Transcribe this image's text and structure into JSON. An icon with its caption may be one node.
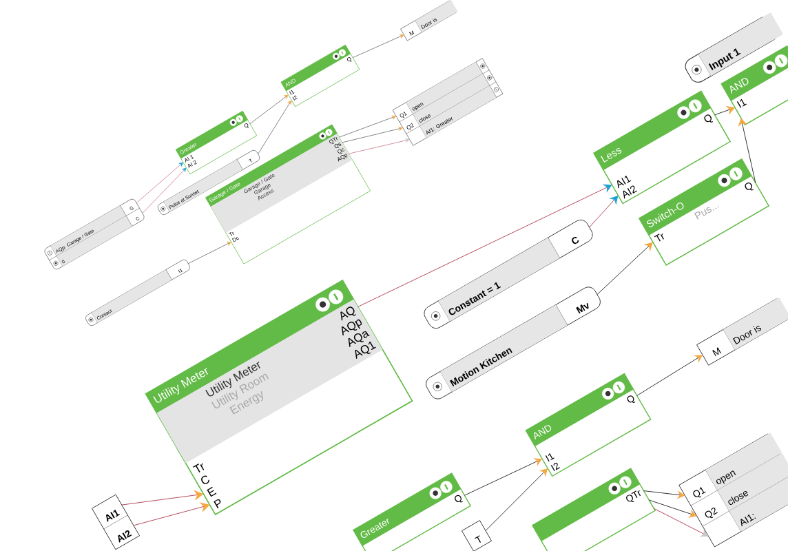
{
  "diagram": {
    "nodes": [
      {
        "text": [
          "Greater",
          "AI 1",
          "AI 2",
          "Q"
        ]
      },
      {
        "text": [
          "Pulse at Sunset",
          "T"
        ]
      },
      {
        "text": [
          "AND",
          "I1",
          "I2",
          "Q"
        ]
      },
      {
        "text": [
          "M",
          "Door is"
        ]
      },
      {
        "text": [
          "AQp: Garage / Gate",
          "G",
          "0",
          "C"
        ]
      },
      {
        "text": [
          "Garage / Gate",
          "Garage / Gate",
          "Garage",
          "Access",
          "Tr",
          "Dc",
          "QTr",
          "Qs",
          "Qc",
          "AQp"
        ]
      },
      {
        "text": [
          "Q1",
          "open",
          "Q2",
          "close",
          "AI1: Greater"
        ]
      },
      {
        "text": [
          "Contact",
          "I1"
        ]
      },
      {
        "text": [
          "Input 1"
        ]
      },
      {
        "text": [
          "AND",
          "I1"
        ]
      },
      {
        "text": [
          "Less",
          "AI1",
          "AI2",
          "Q"
        ]
      },
      {
        "text": [
          "Switch-O",
          "Pus...",
          "Tr",
          "Q"
        ]
      },
      {
        "text": [
          "Constant = 1",
          "C"
        ]
      },
      {
        "text": [
          "Motion Kitchen",
          "Mv"
        ]
      },
      {
        "text": [
          "Utility Meter",
          "Utility Meter",
          "Utility Room",
          "Energy",
          "Tr",
          "C",
          "E",
          "P",
          "AQ",
          "AQp",
          "AQa",
          "AQ1"
        ]
      },
      {
        "text": [
          "AI1",
          "AI2"
        ]
      },
      {
        "text": [
          "M",
          "Door is"
        ]
      },
      {
        "text": [
          "AND",
          "I1",
          "I2",
          "Q"
        ]
      },
      {
        "text": [
          "Greater",
          "Q"
        ]
      },
      {
        "text": [
          "T"
        ]
      },
      {
        "text": [
          "QTr"
        ]
      },
      {
        "text": [
          "Q1",
          "open",
          "Q2",
          "close",
          "AI1:"
        ]
      }
    ],
    "edges": [
      {
        "from": 4,
        "to": 0,
        "arrow": "to",
        "color": "#b5485a"
      },
      {
        "from": 4,
        "to": 0,
        "arrow": "to",
        "color": "#b5485a"
      },
      {
        "from": 0,
        "to": 2,
        "arrow": "to"
      },
      {
        "from": 1,
        "to": 2,
        "arrow": "to"
      },
      {
        "from": 2,
        "to": 3,
        "arrow": "to"
      },
      {
        "from": 7,
        "to": 5,
        "arrow": "to"
      },
      {
        "from": 5,
        "to": 6,
        "arrow": "to"
      },
      {
        "from": 5,
        "to": 6,
        "arrow": "to"
      },
      {
        "from": 5,
        "to": 6,
        "arrow": "to",
        "color": "#b5485a"
      },
      {
        "from": 14,
        "to": 10,
        "arrow": "to",
        "color": "#b5485a"
      },
      {
        "from": 12,
        "to": 10,
        "arrow": "to",
        "color": "#b5485a"
      },
      {
        "from": 13,
        "to": 11,
        "arrow": "to"
      },
      {
        "from": 10,
        "to": 9,
        "arrow": "to"
      },
      {
        "from": 11,
        "to": 9,
        "arrow": "to"
      },
      {
        "from": 15,
        "to": 14,
        "arrow": "to",
        "color": "#b5485a"
      },
      {
        "from": 15,
        "to": 14,
        "arrow": "to",
        "color": "#b5485a"
      },
      {
        "from": 17,
        "to": 16,
        "arrow": "to"
      },
      {
        "from": 18,
        "to": 17,
        "arrow": "to"
      },
      {
        "from": 19,
        "to": 17,
        "arrow": "to"
      },
      {
        "from": 20,
        "to": 21,
        "arrow": "to"
      },
      {
        "from": 20,
        "to": 21,
        "arrow": "to"
      },
      {
        "from": 20,
        "to": 21,
        "arrow": "to",
        "color": "#b5485a"
      }
    ]
  }
}
